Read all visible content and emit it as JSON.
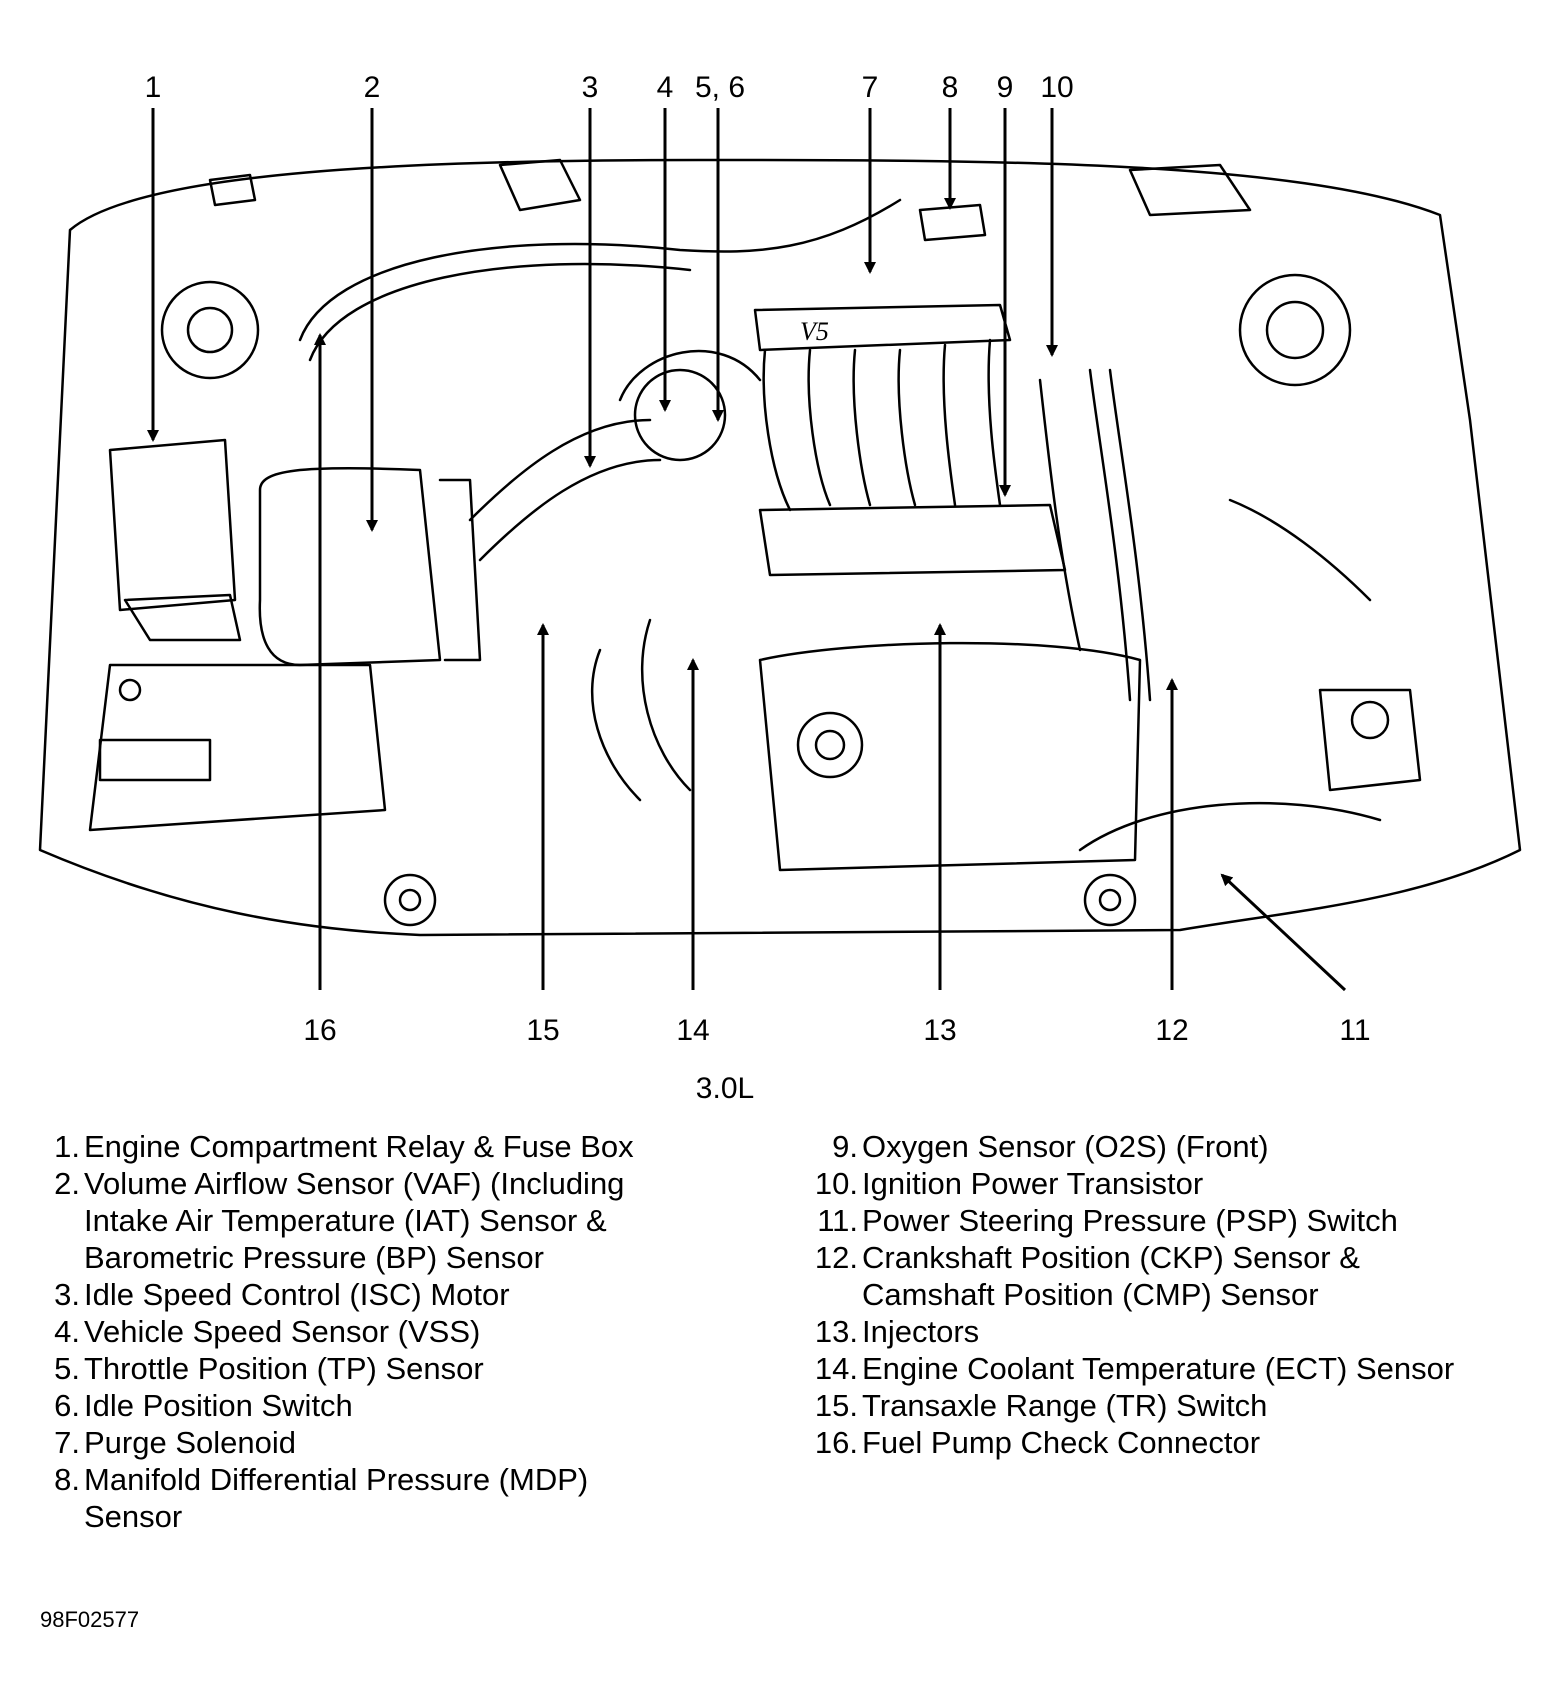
{
  "diagram": {
    "variant_label": "3.0L",
    "callouts_top": [
      "1",
      "2",
      "3",
      "4",
      "5, 6",
      "7",
      "8",
      "9",
      "10"
    ],
    "callouts_bottom": [
      "16",
      "15",
      "14",
      "13",
      "12",
      "11"
    ]
  },
  "legend": {
    "left": [
      {
        "num": "1.",
        "lines": [
          "Engine Compartment Relay & Fuse Box"
        ]
      },
      {
        "num": "2.",
        "lines": [
          "Volume Airflow Sensor (VAF) (Including",
          "Intake Air Temperature (IAT) Sensor &",
          "Barometric Pressure (BP) Sensor"
        ]
      },
      {
        "num": "3.",
        "lines": [
          "Idle Speed Control (ISC) Motor"
        ]
      },
      {
        "num": "4.",
        "lines": [
          "Vehicle Speed Sensor (VSS)"
        ]
      },
      {
        "num": "5.",
        "lines": [
          "Throttle Position (TP) Sensor"
        ]
      },
      {
        "num": "6.",
        "lines": [
          "Idle Position Switch"
        ]
      },
      {
        "num": "7.",
        "lines": [
          "Purge Solenoid"
        ]
      },
      {
        "num": "8.",
        "lines": [
          "Manifold Differential Pressure (MDP)",
          "Sensor"
        ]
      }
    ],
    "right": [
      {
        "num": "9.",
        "lines": [
          "Oxygen Sensor (O2S) (Front)"
        ]
      },
      {
        "num": "10.",
        "lines": [
          "Ignition Power Transistor"
        ]
      },
      {
        "num": "11.",
        "lines": [
          "Power Steering Pressure (PSP) Switch"
        ]
      },
      {
        "num": "12.",
        "lines": [
          "Crankshaft Position (CKP) Sensor &",
          "Camshaft Position (CMP) Sensor"
        ]
      },
      {
        "num": "13.",
        "lines": [
          "Injectors"
        ]
      },
      {
        "num": "14.",
        "lines": [
          "Engine Coolant Temperature (ECT) Sensor"
        ]
      },
      {
        "num": "15.",
        "lines": [
          "Transaxle Range (TR) Switch"
        ]
      },
      {
        "num": "16.",
        "lines": [
          "Fuel Pump Check Connector"
        ]
      }
    ]
  },
  "figure_code": "98F02577"
}
